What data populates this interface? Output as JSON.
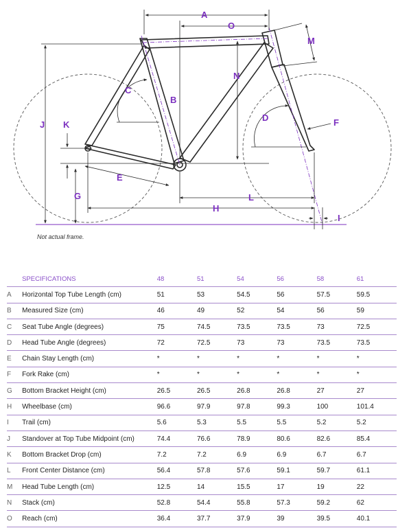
{
  "diagram": {
    "labels": {
      "A": "A",
      "B": "B",
      "C": "C",
      "D": "D",
      "E": "E",
      "F": "F",
      "G": "G",
      "H": "H",
      "I": "I",
      "J": "J",
      "K": "K",
      "L": "L",
      "M": "M",
      "N": "N",
      "O": "O"
    },
    "note": "Not actual frame.",
    "colors": {
      "accent": "#7b2fbf",
      "frame": "#2a2a2a",
      "table_rule": "#a889cc"
    }
  },
  "table": {
    "header": "SPECIFICATIONS",
    "sizes": [
      "48",
      "51",
      "54",
      "56",
      "58",
      "61"
    ],
    "rows": [
      {
        "letter": "A",
        "name": "Horizontal Top Tube Length (cm)",
        "values": [
          "51",
          "53",
          "54.5",
          "56",
          "57.5",
          "59.5"
        ]
      },
      {
        "letter": "B",
        "name": "Measured Size (cm)",
        "values": [
          "46",
          "49",
          "52",
          "54",
          "56",
          "59"
        ]
      },
      {
        "letter": "C",
        "name": "Seat Tube Angle (degrees)",
        "values": [
          "75",
          "74.5",
          "73.5",
          "73.5",
          "73",
          "72.5"
        ]
      },
      {
        "letter": "D",
        "name": "Head Tube Angle (degrees)",
        "values": [
          "72",
          "72.5",
          "73",
          "73",
          "73.5",
          "73.5"
        ]
      },
      {
        "letter": "E",
        "name": "Chain Stay Length (cm)",
        "values": [
          "*",
          "*",
          "*",
          "*",
          "*",
          "*"
        ]
      },
      {
        "letter": "F",
        "name": "Fork Rake (cm)",
        "values": [
          "*",
          "*",
          "*",
          "*",
          "*",
          "*"
        ]
      },
      {
        "letter": "G",
        "name": "Bottom Bracket Height (cm)",
        "values": [
          "26.5",
          "26.5",
          "26.8",
          "26.8",
          "27",
          "27"
        ]
      },
      {
        "letter": "H",
        "name": "Wheelbase (cm)",
        "values": [
          "96.6",
          "97.9",
          "97.8",
          "99.3",
          "100",
          "101.4"
        ]
      },
      {
        "letter": "I",
        "name": "Trail (cm)",
        "values": [
          "5.6",
          "5.3",
          "5.5",
          "5.5",
          "5.2",
          "5.2"
        ]
      },
      {
        "letter": "J",
        "name": "Standover at Top Tube Midpoint (cm)",
        "values": [
          "74.4",
          "76.6",
          "78.9",
          "80.6",
          "82.6",
          "85.4"
        ]
      },
      {
        "letter": "K",
        "name": "Bottom Bracket Drop (cm)",
        "values": [
          "7.2",
          "7.2",
          "6.9",
          "6.9",
          "6.7",
          "6.7"
        ]
      },
      {
        "letter": "L",
        "name": "Front Center Distance (cm)",
        "values": [
          "56.4",
          "57.8",
          "57.6",
          "59.1",
          "59.7",
          "61.1"
        ]
      },
      {
        "letter": "M",
        "name": "Head Tube Length (cm)",
        "values": [
          "12.5",
          "14",
          "15.5",
          "17",
          "19",
          "22"
        ]
      },
      {
        "letter": "N",
        "name": "Stack (cm)",
        "values": [
          "52.8",
          "54.4",
          "55.8",
          "57.3",
          "59.2",
          "62"
        ]
      },
      {
        "letter": "O",
        "name": "Reach (cm)",
        "values": [
          "36.4",
          "37.7",
          "37.9",
          "39",
          "39.5",
          "40.1"
        ]
      }
    ]
  }
}
